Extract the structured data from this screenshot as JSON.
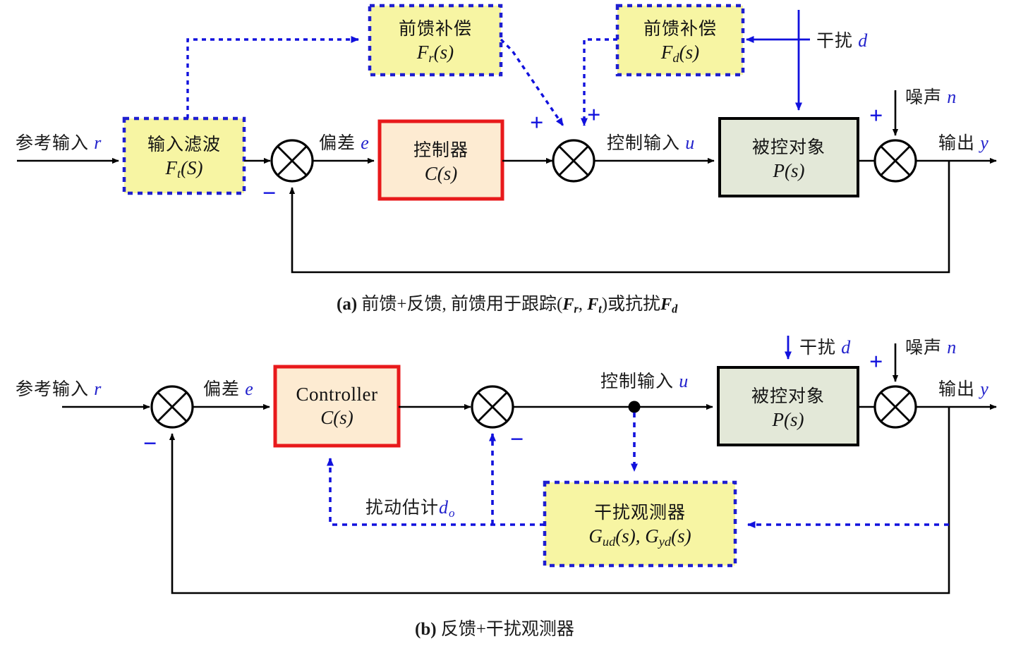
{
  "figure": {
    "title_a": "(a)  前馈+反馈, 前馈用于跟踪(Fr, Ft)或抗扰Fd",
    "title_b": "(b)  反馈+干扰观测器"
  },
  "colors": {
    "feedforward_fill": "#f7f5a3",
    "feedforward_stroke": "#1f1fd0",
    "controller_fill": "#fdebd2",
    "controller_stroke": "#e8191b",
    "plant_fill": "#e3e8d8",
    "plant_stroke": "#000000",
    "signal_blue": "#1111dd",
    "line_black": "#000000"
  },
  "diagram_a": {
    "caption_prefix": "(a)",
    "caption_text": "前馈+反馈, 前馈用于跟踪(",
    "caption_mid": ", ",
    "caption_tail": ")或抗扰",
    "blocks": {
      "feedforward_r": {
        "title": "前馈补偿",
        "transfer": "F",
        "transfer_sub": "r",
        "transfer_tail": "(s)"
      },
      "feedforward_d": {
        "title": "前馈补偿",
        "transfer": "F",
        "transfer_sub": "d",
        "transfer_tail": "(s)"
      },
      "input_filter": {
        "title": "输入滤波",
        "transfer": "F",
        "transfer_sub": "t",
        "transfer_tail": "(S)"
      },
      "controller": {
        "title": "控制器",
        "transfer": "C(s)"
      },
      "plant": {
        "title": "被控对象",
        "transfer": "P(s)"
      }
    },
    "labels": {
      "reference_input": "参考输入",
      "reference_symbol": "r",
      "error": "偏差",
      "error_symbol": "e",
      "control_input": "控制输入",
      "control_symbol": "u",
      "disturbance": "干扰",
      "disturbance_symbol": "d",
      "noise": "噪声",
      "noise_symbol": "n",
      "output": "输出",
      "output_symbol": "y"
    },
    "signs": {
      "sum1_minus": "−",
      "sum2_plus_left": "+",
      "sum2_plus_right": "+",
      "sum3_plus": "+"
    }
  },
  "diagram_b": {
    "caption_prefix": "(b)",
    "caption_text": "反馈+干扰观测器",
    "blocks": {
      "controller": {
        "title": "Controller",
        "transfer": "C(s)"
      },
      "plant": {
        "title": "被控对象",
        "transfer": "P(s)"
      },
      "observer": {
        "title": "干扰观测器",
        "transfer_1": "G",
        "transfer_1_sub": "ud",
        "transfer_1_tail": "(s), ",
        "transfer_2": "G",
        "transfer_2_sub": "yd",
        "transfer_2_tail": "(s)"
      }
    },
    "labels": {
      "reference_input": "参考输入",
      "reference_symbol": "r",
      "error": "偏差",
      "error_symbol": "e",
      "control_input": "控制输入",
      "control_symbol": "u",
      "disturbance": "干扰",
      "disturbance_symbol": "d",
      "noise": "噪声",
      "noise_symbol": "n",
      "output": "输出",
      "output_symbol": "y",
      "disturbance_estimate": "扰动估计",
      "disturbance_estimate_symbol": "d",
      "disturbance_estimate_sub": "o"
    },
    "signs": {
      "sum1_minus": "−",
      "sum2_minus": "−",
      "sum3_plus": "+"
    }
  }
}
